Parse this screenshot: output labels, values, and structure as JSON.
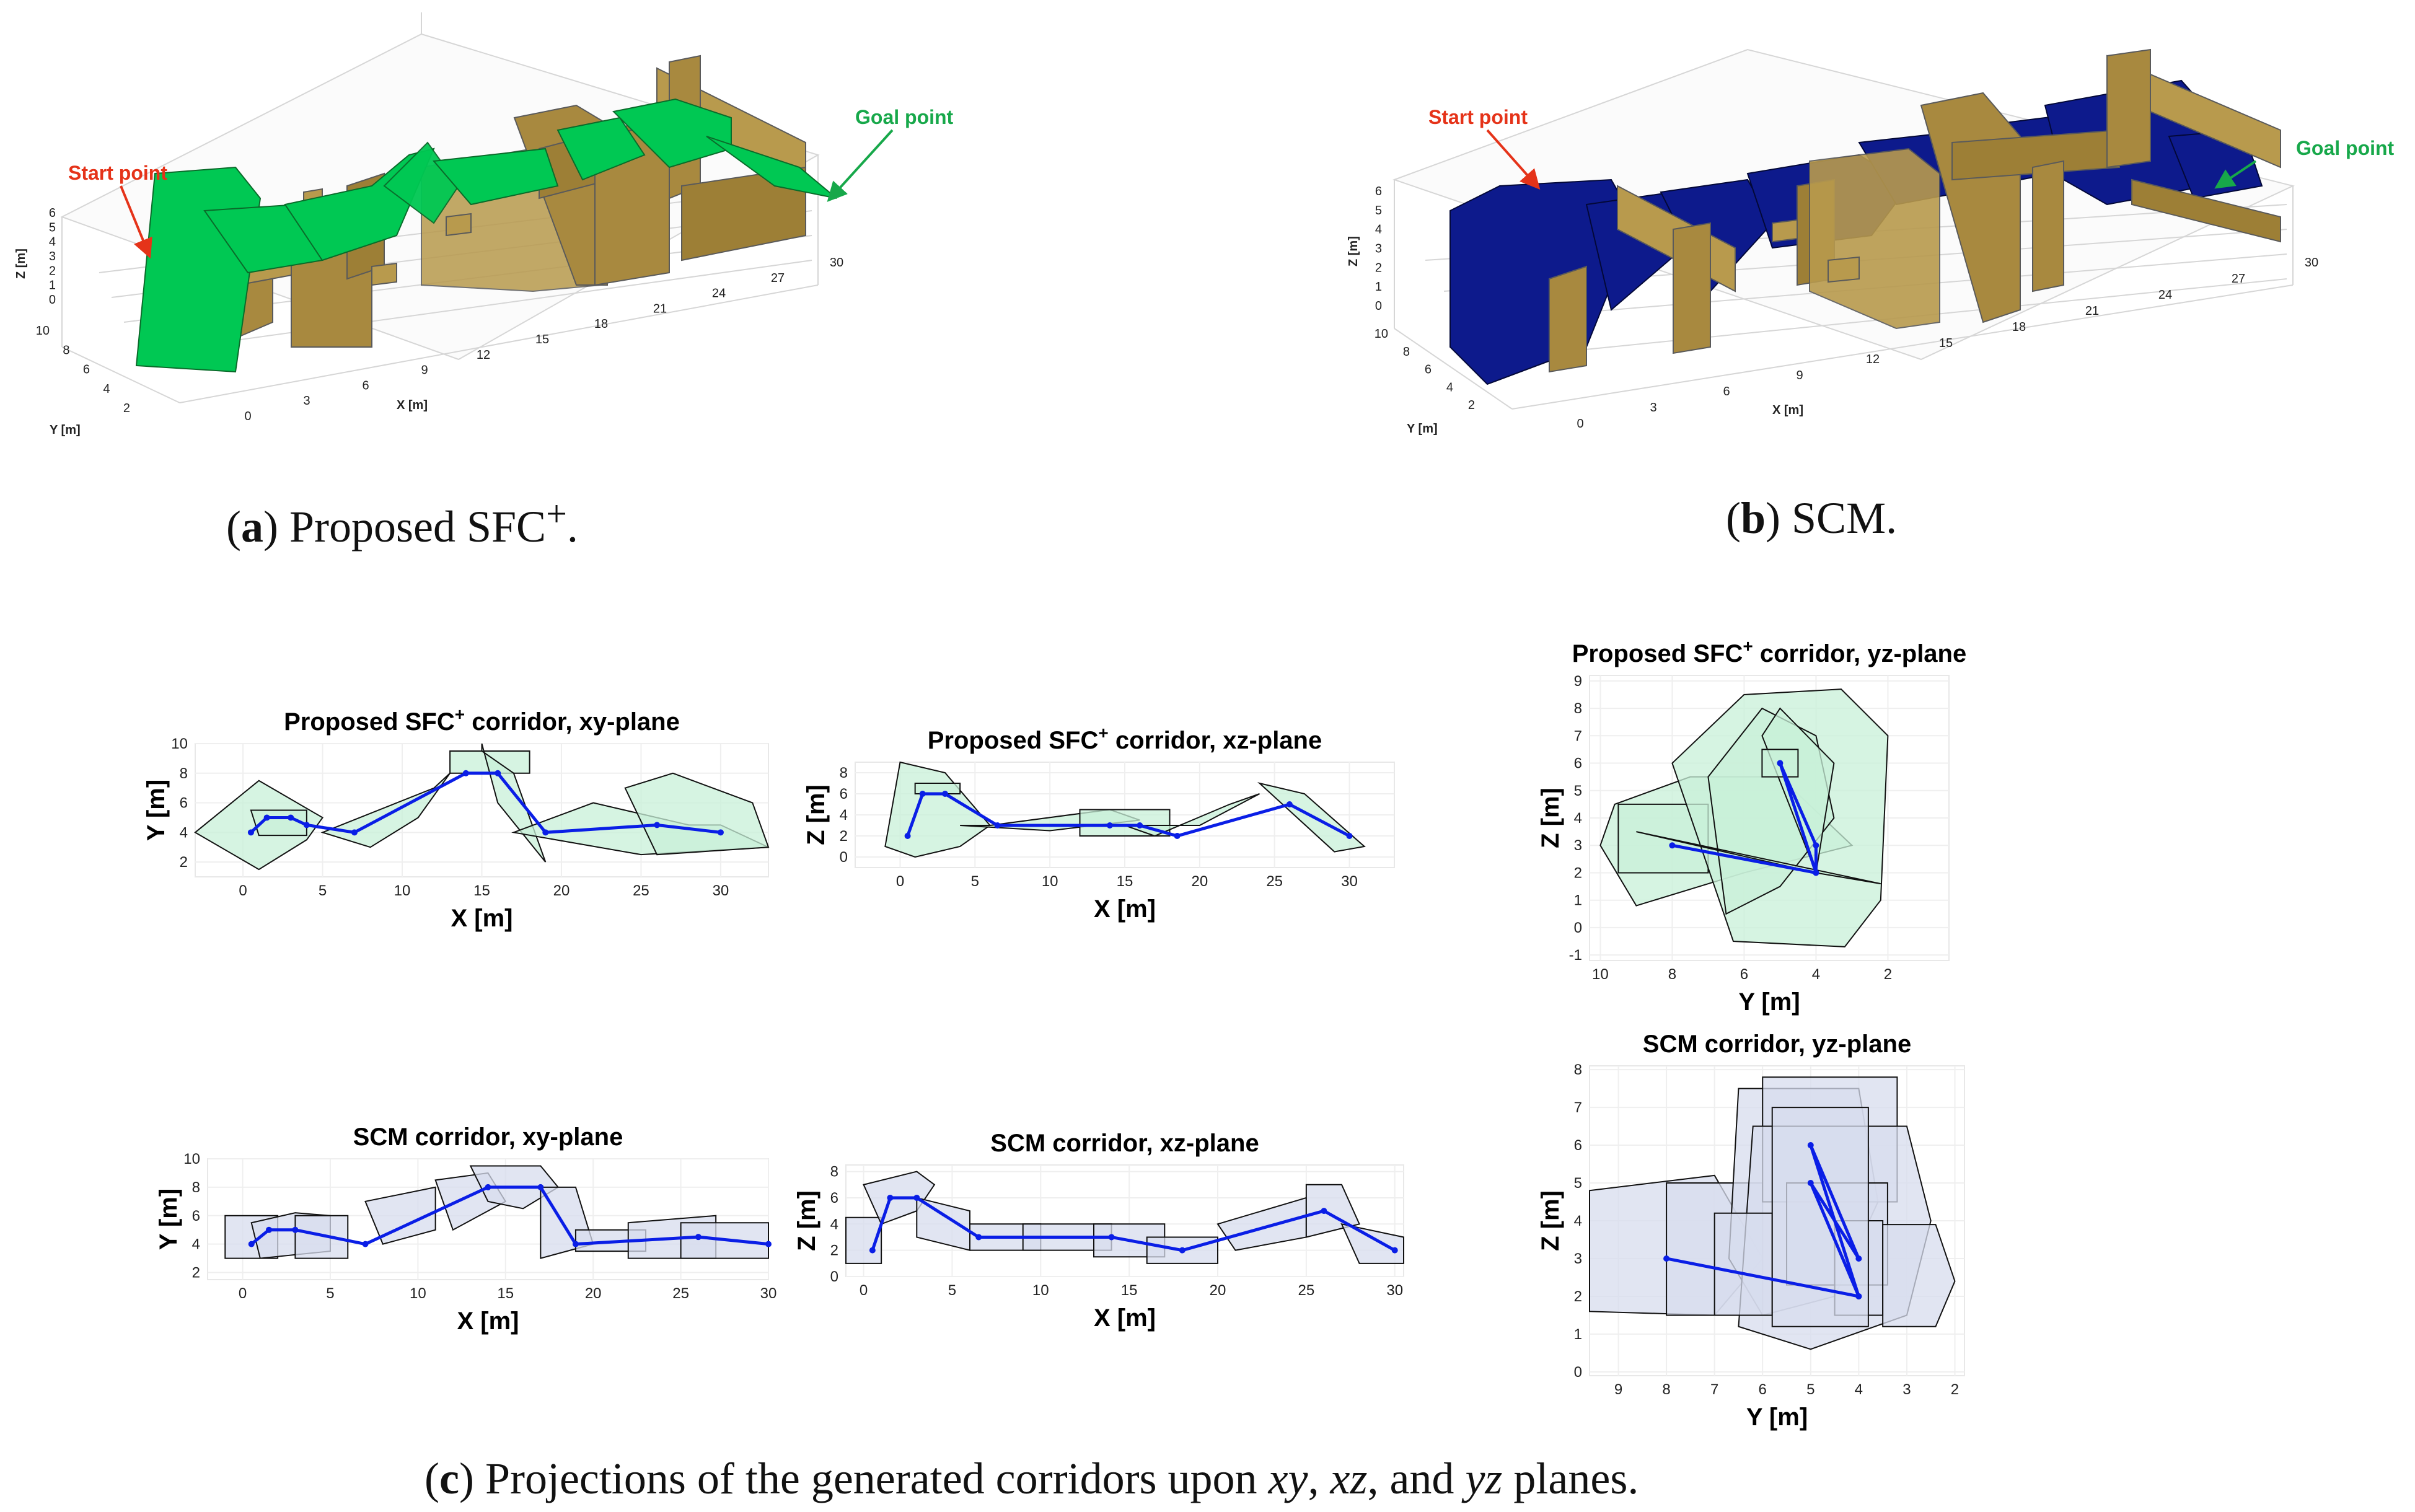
{
  "captions": {
    "a_letter": "a",
    "a_text": "Proposed SFC",
    "a_sup": "+",
    "b_letter": "b",
    "b_text": "SCM.",
    "c_letter": "c",
    "c_text_pre": "Projections of the generated corridors upon",
    "c_xy": "xy",
    "c_xz": "xz",
    "c_and": "and",
    "c_yz": "yz",
    "c_post": "planes."
  },
  "colors": {
    "sfc_fill": "#00c853",
    "scm_fill": "#0d1a8c",
    "obstacle": "#a8893f",
    "sfc_proj": "#c8f0d8",
    "scm_proj": "#d7dcee",
    "path": "#0a1ee6",
    "start_arrow": "#e53319",
    "goal_arrow": "#17a84a"
  },
  "chart_data": [
    {
      "id": "a",
      "type": "3d",
      "annotations": [
        "Start point",
        "Goal point"
      ],
      "xlabel": "X [m]",
      "ylabel": "Y [m]",
      "zlabel": "Z [m]",
      "xticks": [
        "0",
        "3",
        "6",
        "9",
        "12",
        "15",
        "18",
        "21",
        "24",
        "27",
        "30"
      ],
      "yticks": [
        "2",
        "4",
        "6",
        "8",
        "10"
      ],
      "zticks": [
        "0",
        "1",
        "2",
        "3",
        "4",
        "5",
        "6"
      ]
    },
    {
      "id": "b",
      "type": "3d",
      "annotations": [
        "Start point",
        "Goal point"
      ],
      "xlabel": "X [m]",
      "ylabel": "Y [m]",
      "zlabel": "Z [m]",
      "xticks": [
        "0",
        "3",
        "6",
        "9",
        "12",
        "15",
        "18",
        "21",
        "24",
        "27",
        "30"
      ],
      "yticks": [
        "2",
        "4",
        "6",
        "8",
        "10"
      ],
      "zticks": [
        "0",
        "1",
        "2",
        "3",
        "4",
        "5",
        "6"
      ]
    },
    {
      "id": "sfc_xy",
      "type": "line",
      "title": "Proposed SFC",
      "title_sup": "+",
      "title_post": " corridor, xy-plane",
      "xlabel": "X [m]",
      "ylabel": "Y [m]",
      "xlim": [
        -3,
        33
      ],
      "ylim": [
        1,
        10
      ],
      "xticks": [
        0,
        5,
        10,
        15,
        20,
        25,
        30
      ],
      "yticks": [
        2,
        4,
        6,
        8,
        10
      ],
      "path": [
        [
          0.5,
          4
        ],
        [
          1.5,
          5
        ],
        [
          3,
          5
        ],
        [
          4,
          4.5
        ],
        [
          7,
          4
        ],
        [
          14,
          8
        ],
        [
          16,
          8
        ],
        [
          19,
          4
        ],
        [
          26,
          4.5
        ],
        [
          30,
          4
        ]
      ]
    },
    {
      "id": "sfc_xz",
      "type": "line",
      "title": "Proposed SFC",
      "title_sup": "+",
      "title_post": " corridor, xz-plane",
      "xlabel": "X [m]",
      "ylabel": "Z [m]",
      "xlim": [
        -3,
        33
      ],
      "ylim": [
        -1,
        9
      ],
      "xticks": [
        0,
        5,
        10,
        15,
        20,
        25,
        30
      ],
      "yticks": [
        0,
        2,
        4,
        6,
        8
      ],
      "path": [
        [
          0.5,
          2
        ],
        [
          1.5,
          6
        ],
        [
          3,
          6
        ],
        [
          6.5,
          3
        ],
        [
          14,
          3
        ],
        [
          16,
          3
        ],
        [
          18.5,
          2
        ],
        [
          26,
          5
        ],
        [
          30,
          2
        ]
      ]
    },
    {
      "id": "sfc_yz",
      "type": "line",
      "title": "Proposed SFC",
      "title_sup": "+",
      "title_post": " corridor, yz-plane",
      "xlabel": "Y [m]",
      "ylabel": "Z [m]",
      "xlim": [
        10.3,
        0.3
      ],
      "ylim": [
        -1.2,
        9.2
      ],
      "xticks": [
        10,
        8,
        6,
        4,
        2
      ],
      "yticks": [
        -1,
        0,
        1,
        2,
        3,
        4,
        5,
        6,
        7,
        8,
        9
      ],
      "path": [
        [
          8,
          3
        ],
        [
          4,
          2
        ],
        [
          4,
          3
        ],
        [
          5,
          6
        ],
        [
          4,
          2
        ]
      ]
    },
    {
      "id": "scm_xy",
      "type": "line",
      "title": "SCM corridor, xy-plane",
      "title_sup": "",
      "title_post": "",
      "xlabel": "X [m]",
      "ylabel": "Y [m]",
      "xlim": [
        -2,
        30
      ],
      "ylim": [
        1.5,
        10
      ],
      "xticks": [
        0,
        5,
        10,
        15,
        20,
        25,
        30
      ],
      "yticks": [
        2,
        4,
        6,
        8,
        10
      ],
      "path": [
        [
          0.5,
          4
        ],
        [
          1.5,
          5
        ],
        [
          3,
          5
        ],
        [
          7,
          4
        ],
        [
          14,
          8
        ],
        [
          17,
          8
        ],
        [
          19,
          4
        ],
        [
          26,
          4.5
        ],
        [
          30,
          4
        ]
      ]
    },
    {
      "id": "scm_xz",
      "type": "line",
      "title": "SCM corridor, xz-plane",
      "title_sup": "",
      "title_post": "",
      "xlabel": "X [m]",
      "ylabel": "Z [m]",
      "xlim": [
        -1,
        30.5
      ],
      "ylim": [
        0,
        8.5
      ],
      "xticks": [
        0,
        5,
        10,
        15,
        20,
        25,
        30
      ],
      "yticks": [
        0,
        2,
        4,
        6,
        8
      ],
      "path": [
        [
          0.5,
          2
        ],
        [
          1.5,
          6
        ],
        [
          3,
          6
        ],
        [
          6.5,
          3
        ],
        [
          14,
          3
        ],
        [
          18,
          2
        ],
        [
          26,
          5
        ],
        [
          30,
          2
        ]
      ]
    },
    {
      "id": "scm_yz",
      "type": "line",
      "title": "SCM corridor, yz-plane",
      "title_sup": "",
      "title_post": "",
      "xlabel": "Y [m]",
      "ylabel": "Z [m]",
      "xlim": [
        9.6,
        1.8
      ],
      "ylim": [
        -0.1,
        8.1
      ],
      "xticks": [
        9,
        8,
        7,
        6,
        5,
        4,
        3,
        2
      ],
      "yticks": [
        0,
        1,
        2,
        3,
        4,
        5,
        6,
        7,
        8
      ],
      "path": [
        [
          8,
          3
        ],
        [
          4,
          2
        ],
        [
          5,
          6
        ],
        [
          4,
          3
        ],
        [
          5,
          5
        ],
        [
          4,
          2
        ]
      ]
    }
  ]
}
